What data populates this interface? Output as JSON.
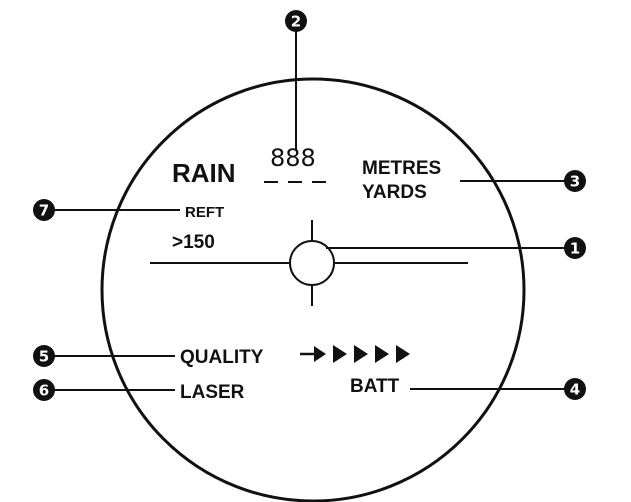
{
  "display": {
    "rain": "RAIN",
    "digits": "888",
    "dashes": "– – –",
    "unit_metres": "METRES",
    "unit_yards": "YARDS",
    "reft": "REFT",
    "range": ">150",
    "quality": "QUALITY",
    "quality_arrows": 4,
    "laser": "LASER",
    "batt": "BATT"
  },
  "callouts": [
    {
      "number": "1",
      "target": "reticle"
    },
    {
      "number": "2",
      "target": "digits"
    },
    {
      "number": "3",
      "target": "units"
    },
    {
      "number": "4",
      "target": "batt"
    },
    {
      "number": "5",
      "target": "quality"
    },
    {
      "number": "6",
      "target": "laser"
    },
    {
      "number": "7",
      "target": "reft"
    }
  ],
  "colors": {
    "ink": "#111111",
    "background": "#ffffff"
  }
}
